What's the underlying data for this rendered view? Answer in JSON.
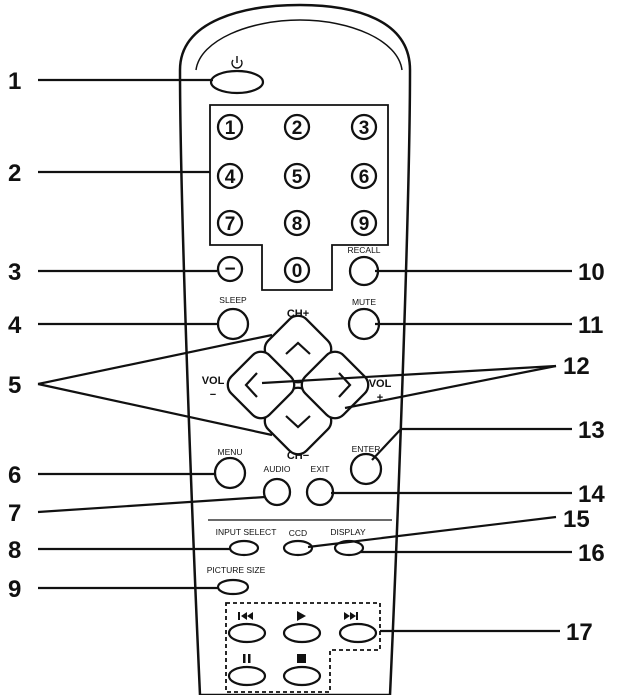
{
  "callouts": {
    "c1": "1",
    "c2": "2",
    "c3": "3",
    "c4": "4",
    "c5": "5",
    "c6": "6",
    "c7": "7",
    "c8": "8",
    "c9": "9",
    "c10": "10",
    "c11": "11",
    "c12": "12",
    "c13": "13",
    "c14": "14",
    "c15": "15",
    "c16": "16",
    "c17": "17"
  },
  "digits": [
    "1",
    "2",
    "3",
    "4",
    "5",
    "6",
    "7",
    "8",
    "9",
    "0"
  ],
  "minus_glyph": "−",
  "labels": {
    "recall": "RECALL",
    "sleep": "SLEEP",
    "mute": "MUTE",
    "ch_plus": "CH+",
    "ch_minus": "CH−",
    "vol_minus_top": "VOL",
    "vol_minus_bottom": "−",
    "vol_plus_top": "VOL",
    "vol_plus_bottom": "+",
    "menu": "MENU",
    "enter": "ENTER",
    "audio": "AUDIO",
    "exit": "EXIT",
    "input_select": "INPUT SELECT",
    "ccd": "CCD",
    "display": "DISPLAY",
    "picture_size": "PICTURE SIZE"
  },
  "icons": {
    "power": "power-icon",
    "prev": "skip-previous-icon",
    "play": "play-icon",
    "next": "skip-next-icon",
    "pause": "pause-icon",
    "stop": "stop-icon"
  }
}
